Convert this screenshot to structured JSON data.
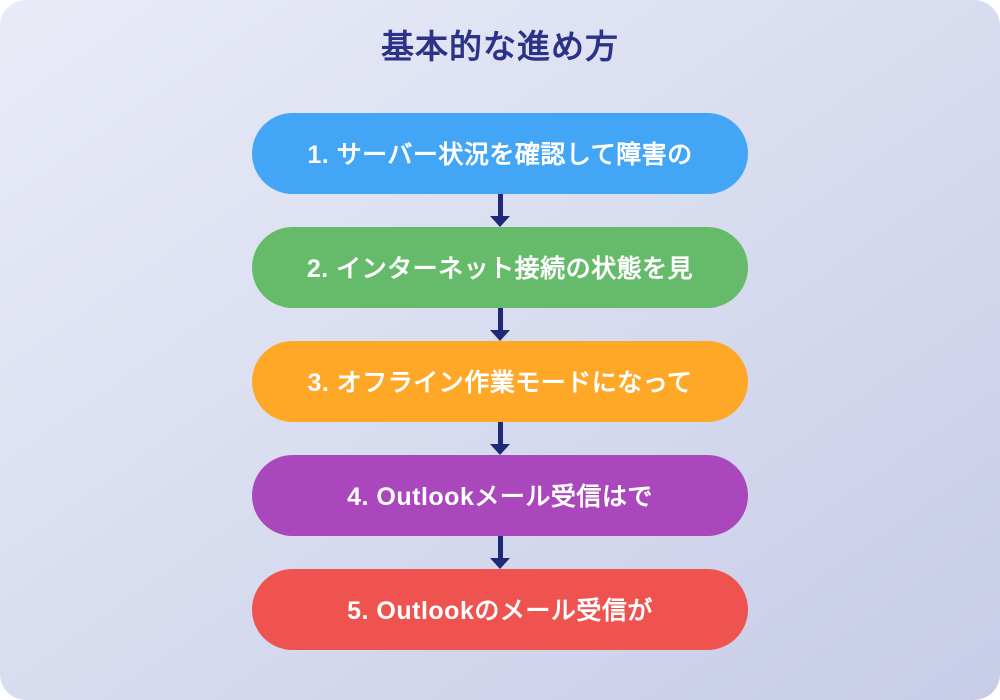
{
  "title": "基本的な進め方",
  "canvas": {
    "background_gradient_start": "#e9ebf7",
    "background_gradient_end": "#c7cce8",
    "outer_background": "#ffffff",
    "title_color": "#2b3287"
  },
  "arrow": {
    "icon": "down-arrow-icon",
    "color": "#1e2a78"
  },
  "step_text_color": "#ffffff",
  "steps": [
    {
      "label": "1. サーバー状況を確認して障害の",
      "color": "#42a5f5"
    },
    {
      "label": "2. インターネット接続の状態を見",
      "color": "#66bb6a"
    },
    {
      "label": "3. オフライン作業モードになって",
      "color": "#ffa726"
    },
    {
      "label": "4. Outlookメール受信はで",
      "color": "#ab47bc"
    },
    {
      "label": "5. Outlookのメール受信が",
      "color": "#ef5350"
    }
  ]
}
